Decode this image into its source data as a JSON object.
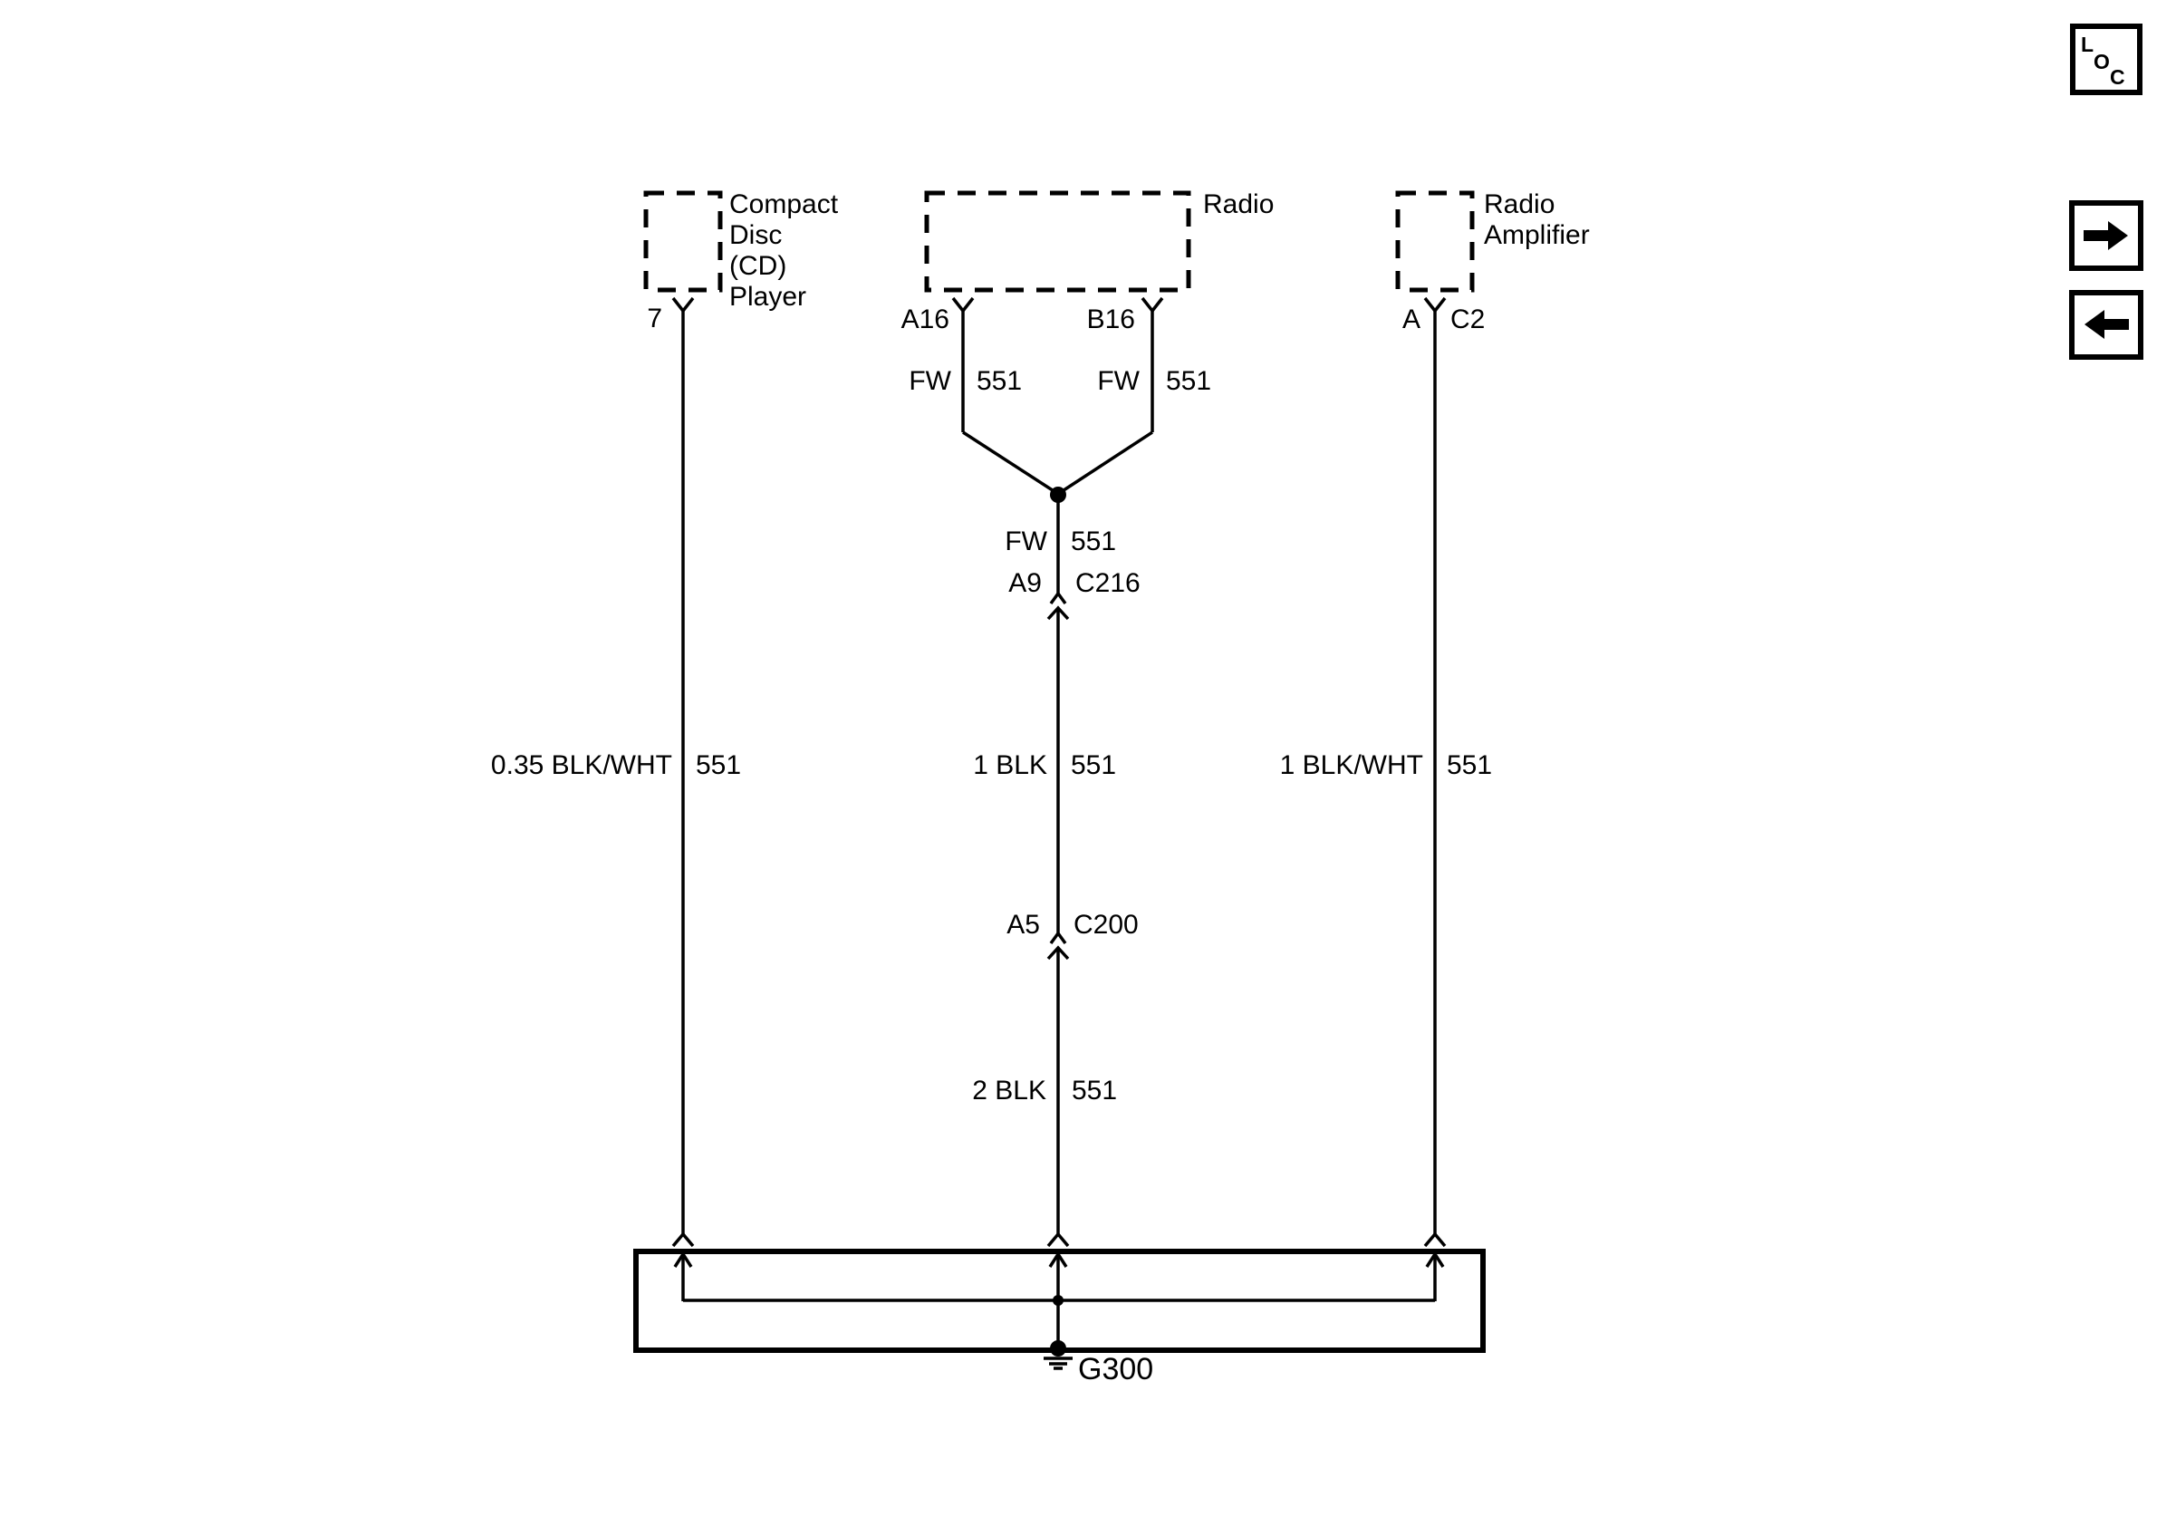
{
  "colors": {
    "ink": "#000000",
    "paper": "#ffffff"
  },
  "components": {
    "cd_player": {
      "name_lines": [
        "Compact",
        "Disc",
        "(CD)",
        "Player"
      ],
      "pin": "7"
    },
    "radio": {
      "name": "Radio",
      "pin_a": "A16",
      "pin_b": "B16"
    },
    "radio_amplifier": {
      "name_lines": [
        "Radio",
        "Amplifier"
      ],
      "pin": "A",
      "connector": "C2"
    }
  },
  "wires": {
    "radio_a16": {
      "label": "FW",
      "circuit": "551"
    },
    "radio_b16": {
      "label": "FW",
      "circuit": "551"
    },
    "radio_joined": {
      "label": "FW",
      "circuit": "551"
    },
    "cd_to_ground": {
      "label": "0.35 BLK/WHT",
      "circuit": "551"
    },
    "radio_to_ground": {
      "label": "1 BLK",
      "circuit": "551"
    },
    "amp_to_ground": {
      "label": "1 BLK/WHT",
      "circuit": "551"
    },
    "splice_to_ground": {
      "label": "2 BLK",
      "circuit": "551"
    }
  },
  "inline_connectors": {
    "c216": {
      "pin": "A9",
      "name": "C216"
    },
    "c200": {
      "pin": "A5",
      "name": "C200"
    }
  },
  "ground": {
    "name": "G300"
  },
  "nav": {
    "loc_letters": [
      "L",
      "O",
      "C"
    ]
  }
}
